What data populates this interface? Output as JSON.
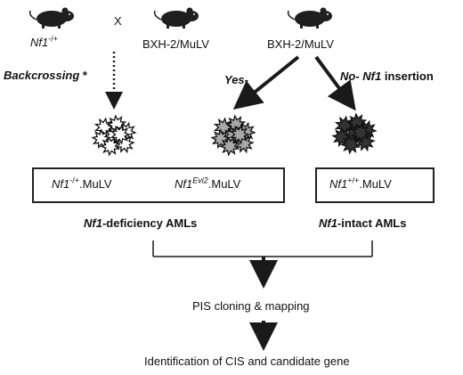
{
  "top": {
    "nf1_gene": "Nf1",
    "nf1_sup": "-/+",
    "cross_symbol": "X",
    "bxh_left": "BXH-2/MuLV",
    "bxh_right": "BXH-2/MuLV"
  },
  "arrows": {
    "backcrossing": "Backcrossing",
    "asterisk": "*",
    "yes": "Yes-",
    "no_prefix": "No-",
    "no_gene": "Nf1",
    "no_suffix": "insertion"
  },
  "left_box": {
    "item1_gene": "Nf1",
    "item1_sup": "-/+",
    "item1_suffix": ".MuLV",
    "item2_gene": "Nf1",
    "item2_sup": "Evi2",
    "item2_suffix": ".MuLV"
  },
  "right_box": {
    "item_gene": "Nf1",
    "item_sup": "+/+",
    "item_suffix": ".MuLV"
  },
  "groups": {
    "left_gene": "Nf1",
    "left_suffix": "-deficiency AMLs",
    "right_gene": "Nf1",
    "right_suffix": "-intact AMLs"
  },
  "steps": {
    "step1": "PIS cloning & mapping",
    "step2": "Identification of CIS and candidate gene"
  },
  "colors": {
    "mouse": "#1f1f1f",
    "cluster_light": "#ffffff",
    "cluster_mid": "#a9a9a9",
    "cluster_dark": "#333333",
    "line": "#1a1a1a"
  }
}
